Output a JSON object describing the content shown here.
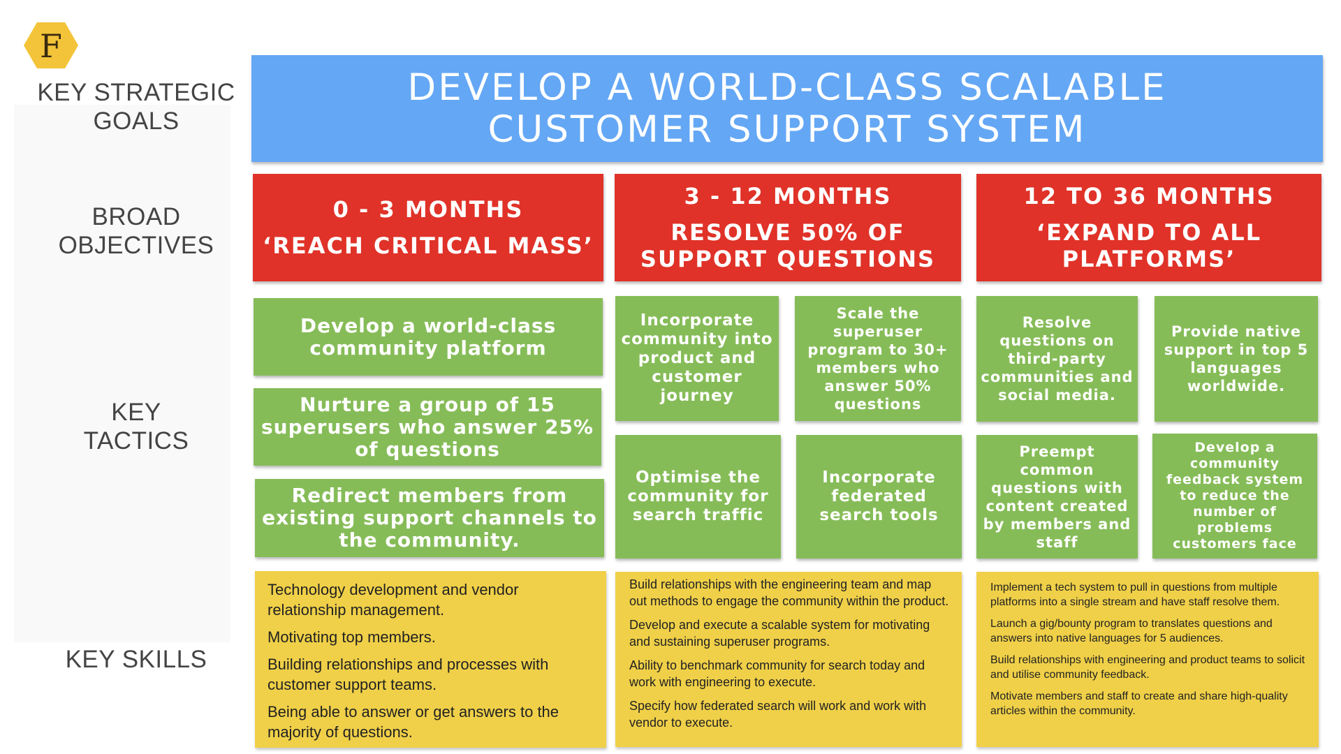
{
  "colors": {
    "goal": "#64a7f5",
    "objective": "#e03228",
    "tactic": "#86bc58",
    "skill": "#f0d048",
    "logo": "#f3c43a"
  },
  "logo_letter": "F",
  "row_labels": {
    "goals": [
      "KEY STRATEGIC",
      "GOALS"
    ],
    "objectives": [
      "BROAD",
      "OBJECTIVES"
    ],
    "tactics": [
      "KEY",
      "TACTICS"
    ],
    "skills": [
      "KEY SKILLS"
    ]
  },
  "goal": [
    "DEVELOP A WORLD-CLASS SCALABLE",
    "CUSTOMER SUPPORT SYSTEM"
  ],
  "objectives": [
    {
      "period": "0 - 3 MONTHS",
      "title": [
        "‘REACH CRITICAL MASS’"
      ]
    },
    {
      "period": "3 - 12 MONTHS",
      "title": [
        "RESOLVE 50% OF",
        "SUPPORT QUESTIONS"
      ]
    },
    {
      "period": "12 TO 36 MONTHS",
      "title": [
        "‘EXPAND TO ALL",
        "PLATFORMS’"
      ]
    }
  ],
  "tactics": {
    "col1": [
      "Develop a world-class community platform",
      "Nurture a group of 15 superusers who answer 25% of questions",
      "Redirect members from existing support channels to the community."
    ],
    "col2": [
      "Incorporate community into product and customer journey",
      "Scale the superuser program to 30+ members who answer 50% questions",
      "Optimise the community for search traffic",
      "Incorporate federated search tools"
    ],
    "col3": [
      "Resolve questions on third-party communities and social media.",
      "Provide native support in top 5 languages worldwide.",
      "Preempt common questions with content created by members and staff",
      "Develop a community feedback system to reduce the number of problems customers face"
    ]
  },
  "skills": {
    "col1": [
      "Technology development and vendor relationship management.",
      "Motivating top members.",
      "Building relationships and processes with customer support teams.",
      "Being able to answer or get answers to the majority of questions."
    ],
    "col2": [
      "Build relationships with the engineering team and map out methods to engage the community within the product.",
      "Develop and execute a scalable system for motivating and sustaining superuser programs.",
      "Ability to benchmark community for search today and work with engineering to execute.",
      "Specify how federated search will work and work with vendor to execute."
    ],
    "col3": [
      "Implement a tech system to pull in questions from multiple platforms into a single stream and have staff resolve them.",
      "Launch a gig/bounty program to translates questions and answers into native languages for 5 audiences.",
      "Build relationships with engineering and product teams to solicit and utilise community feedback.",
      "Motivate members and staff to create and share high-quality articles within the community."
    ]
  }
}
